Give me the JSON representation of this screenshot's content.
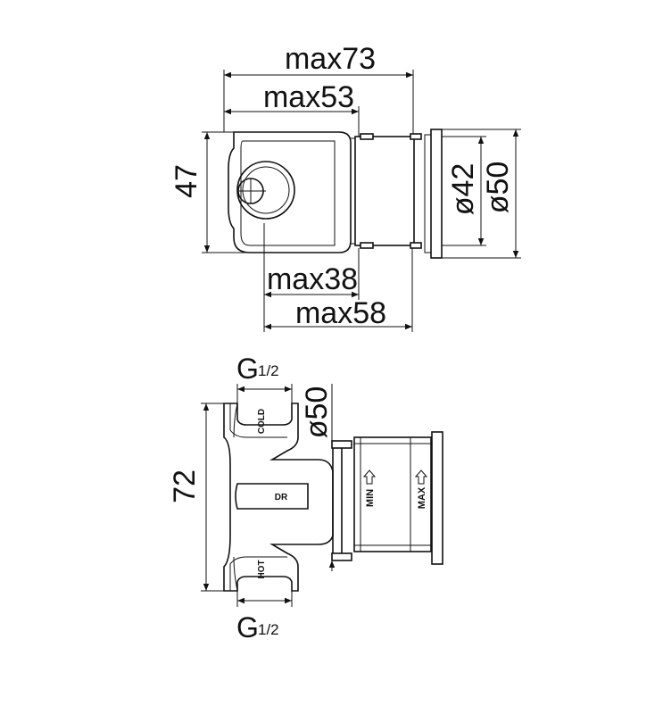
{
  "top_view": {
    "dims": {
      "overall": "max73",
      "body": "max53",
      "height": "47",
      "trim_inner": "ø42",
      "trim_outer": "ø50",
      "depth_min": "max38",
      "depth_max": "max58"
    }
  },
  "side_view": {
    "dims": {
      "inlet_top_g": "G",
      "inlet_top_frac": "1/2",
      "inlet_bottom_g": "G",
      "inlet_bottom_frac": "1/2",
      "height": "72",
      "trim_dia": "ø50"
    },
    "markings": {
      "cold": "COLD",
      "hot": "HOT",
      "dr": "DR",
      "min": "MIN",
      "max": "MAX"
    }
  }
}
